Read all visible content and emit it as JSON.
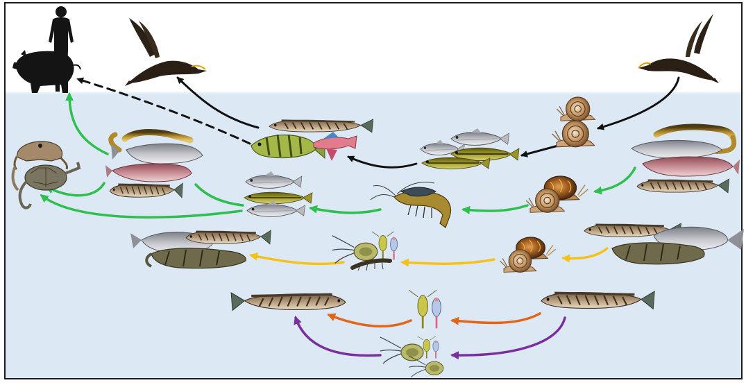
{
  "diagram": {
    "kind": "aquatic food web illustration",
    "colors": {
      "sky": "#ffffff",
      "water": "#dce8f4",
      "border": "#1a1a1a",
      "arrow_black": "#111111",
      "arrow_green": "#2fbf4e",
      "arrow_yellow": "#f5c21b",
      "arrow_orange": "#e2661a",
      "arrow_purple": "#7a2fa0"
    },
    "organisms": [
      {
        "id": "human",
        "icon": "human-silhouette-icon"
      },
      {
        "id": "pig",
        "icon": "pig-silhouette-icon"
      },
      {
        "id": "cormorant-left",
        "icon": "cormorant-icon"
      },
      {
        "id": "cormorant-right",
        "icon": "cormorant-icon"
      },
      {
        "id": "frog-turtle",
        "icon": "frog-turtle-icon"
      },
      {
        "id": "eel-catfish-left",
        "icon": "eel-catfish-group-icon"
      },
      {
        "id": "eel-catfish-right",
        "icon": "eel-catfish-group-icon"
      },
      {
        "id": "perch-goby",
        "icon": "perch-goby-group-icon"
      },
      {
        "id": "small-fish-upper",
        "icon": "small-fish-group-icon"
      },
      {
        "id": "small-fish-mid",
        "icon": "small-fish-group-icon"
      },
      {
        "id": "shrimp",
        "icon": "shrimp-icon"
      },
      {
        "id": "snail-upper",
        "icon": "snail-group-icon"
      },
      {
        "id": "snail-mid",
        "icon": "snail-group-icon"
      },
      {
        "id": "snail-low",
        "icon": "snail-group-icon"
      },
      {
        "id": "carp-snakehead-left",
        "icon": "carp-snakehead-group-icon"
      },
      {
        "id": "carp-snakehead-right",
        "icon": "carp-snakehead-group-icon"
      },
      {
        "id": "zooplankton-mid",
        "icon": "zooplankton-group-icon"
      },
      {
        "id": "snakehead-left",
        "icon": "snakehead-icon"
      },
      {
        "id": "snakehead-right",
        "icon": "snakehead-icon"
      },
      {
        "id": "copepods",
        "icon": "copepod-icon"
      },
      {
        "id": "zooplankton-bottom",
        "icon": "zooplankton-group-icon"
      }
    ],
    "links": [
      {
        "from": "cormorant-right",
        "to": "snail-upper",
        "color": "black"
      },
      {
        "from": "snail-upper",
        "to": "small-fish-upper",
        "color": "black"
      },
      {
        "from": "small-fish-upper",
        "to": "perch-goby",
        "color": "black"
      },
      {
        "from": "perch-goby",
        "to": "cormorant-left",
        "color": "black"
      },
      {
        "from": "perch-goby",
        "to": "human",
        "color": "black",
        "style": "dashed"
      },
      {
        "from": "eel-catfish-left",
        "to": "human",
        "color": "green"
      },
      {
        "from": "eel-catfish-left",
        "to": "frog-turtle",
        "color": "green"
      },
      {
        "from": "small-fish-mid",
        "to": "eel-catfish-left",
        "color": "green"
      },
      {
        "from": "small-fish-mid",
        "to": "frog-turtle",
        "color": "green"
      },
      {
        "from": "shrimp",
        "to": "small-fish-mid",
        "color": "green"
      },
      {
        "from": "snail-mid",
        "to": "shrimp",
        "color": "green"
      },
      {
        "from": "eel-catfish-right",
        "to": "snail-mid",
        "color": "green"
      },
      {
        "from": "carp-snakehead-right",
        "to": "snail-low",
        "color": "yellow"
      },
      {
        "from": "snail-low",
        "to": "zooplankton-mid",
        "color": "yellow"
      },
      {
        "from": "zooplankton-mid",
        "to": "carp-snakehead-left",
        "color": "yellow"
      },
      {
        "from": "snakehead-right",
        "to": "copepods",
        "color": "orange"
      },
      {
        "from": "copepods",
        "to": "snakehead-left",
        "color": "orange"
      },
      {
        "from": "snakehead-right",
        "to": "zooplankton-bottom",
        "color": "purple"
      },
      {
        "from": "zooplankton-bottom",
        "to": "snakehead-left",
        "color": "purple"
      }
    ]
  }
}
